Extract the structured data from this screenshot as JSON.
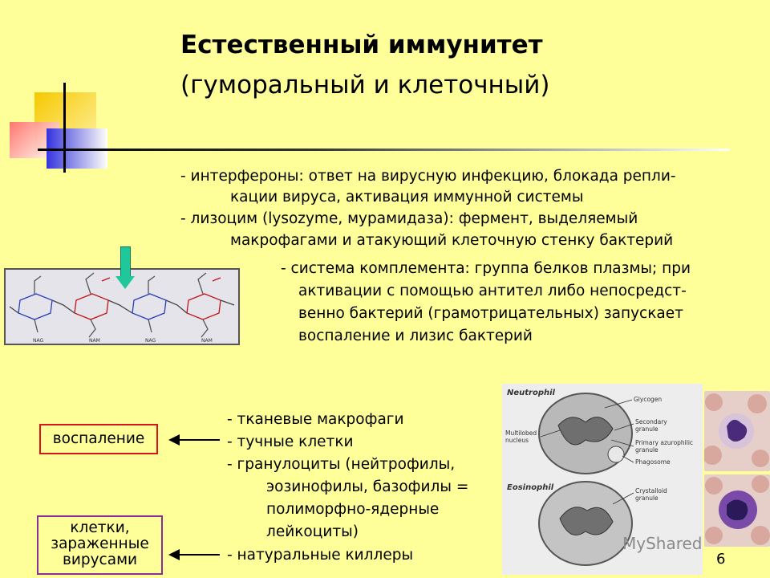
{
  "slide": {
    "title_bold": "Естественный иммунитет",
    "title_sub": "(гуморальный и клеточный)",
    "page_number": "6"
  },
  "humoral": {
    "lines": [
      "- интерфероны: ответ на вирусную инфекцию, блокада репли-",
      "кации вируса, активация иммунной системы",
      "- лизоцим (lysozyme, мурамидаза): фермент, выделяемый",
      "макрофагами и атакующий клеточную стенку бактерий",
      "- система комплемента: группа белков плазмы; при",
      "активации с помощью антител либо непосредст-",
      "венно бактерий (грамотрицательных) запускает",
      "воспаление и лизис бактерий"
    ]
  },
  "molecule": {
    "labels": [
      "NAG",
      "NAM",
      "NAG",
      "NAM"
    ]
  },
  "cellular": {
    "lines": [
      "- тканевые макрофаги",
      "- тучные клетки",
      "- гранулоциты (нейтрофилы,",
      "эозинофилы, базофилы =",
      "полиморфно-ядерные",
      "лейкоциты)",
      "- натуральные киллеры"
    ],
    "box_inflammation": "воспаление",
    "box_infected": [
      "клетки,",
      "зараженные",
      "вирусами"
    ]
  },
  "cell_figure": {
    "neutrophil": "Neutrophil",
    "eosinophil": "Eosinophil",
    "labels": [
      "Glycogen",
      "Secondary",
      "granule",
      "Multilobed",
      "nucleus",
      "Primary azurophilic",
      "granule",
      "Phagosome",
      "Crystalloid",
      "granule"
    ]
  },
  "watermark": "MyShared",
  "colors": {
    "background": "#FFFF99",
    "inflammation_border": "#d8141c",
    "infected_border": "#8a2f9a",
    "arrow_green": "#1fc89a"
  }
}
